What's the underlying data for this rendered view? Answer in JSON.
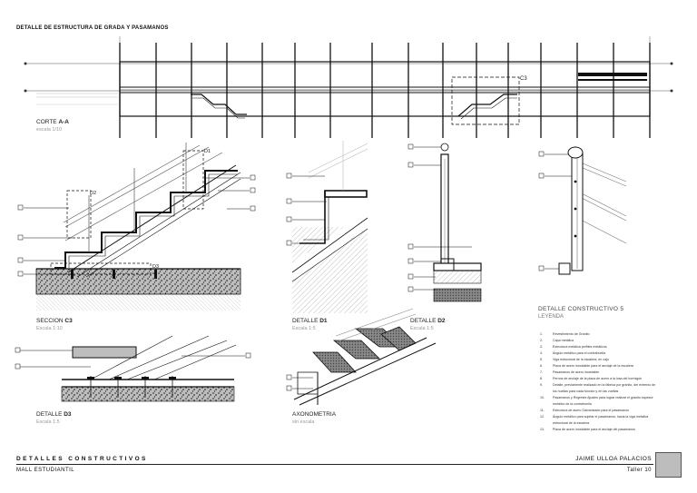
{
  "sheet_title": "DETALLE DE ESTRUCTURA DE GRADA Y PASAMANOS",
  "section_aa": {
    "prefix": "CORTE ",
    "code": "A-A",
    "scale": "escala 1/10",
    "callout": "C3"
  },
  "section_c3": {
    "prefix": "SECCION ",
    "code": "C3",
    "scale": "Escala 1:10",
    "callouts": [
      "D1",
      "D2",
      "D3"
    ]
  },
  "detail_d1": {
    "prefix": "DETALLE ",
    "code": "D1",
    "scale": "Escala 1:5"
  },
  "detail_d2": {
    "prefix": "DETALLE ",
    "code": "D2",
    "scale": "Escala 1:5"
  },
  "detail_d3": {
    "prefix": "DETALLE ",
    "code": "D3",
    "scale": "Escala 1:5"
  },
  "axonometria": {
    "title": "AXONOMETRIA",
    "scale": "sin escala"
  },
  "legend": {
    "title": "DETALLE CONSTRUCTIVO 5",
    "subtitle": "LEYENDA",
    "items": [
      "Revestimiento de Granito",
      "Capa metálica",
      "Estructura metálica perfiles metálicos",
      "Ángulo metálico para el contrahuella",
      "Viga estructural de la escalera, en cajo",
      "Placa de acero inoxidable para el anclaje de la escalera",
      "Pasamanos de acero inoxidable",
      "Pernos de anclaje de la placa de acero a la losa del hormigón",
      "Detalle, previamente realizado en la fábrica por granito, del extremo de los huellas para cada función y en las vueltas",
      "Pasamanos y Regreste Ajustes para lograr realizar el granito espesor metálico de la contrahuella",
      "Estructura de acero Galvanizado para el pasamanos",
      "Ángulo metálico para sujetar el pasamanos, hacia la viga metálica estructural de la escalera",
      "Placa de acero inoxidable para el anclaje del pasamanos"
    ]
  },
  "footer": {
    "title": "DETALLES CONSTRUCTIVOS",
    "project": "MALL ESTUDIANTIL",
    "author": "JAIME ULLOA PALACIOS",
    "course": "Taller 10"
  }
}
